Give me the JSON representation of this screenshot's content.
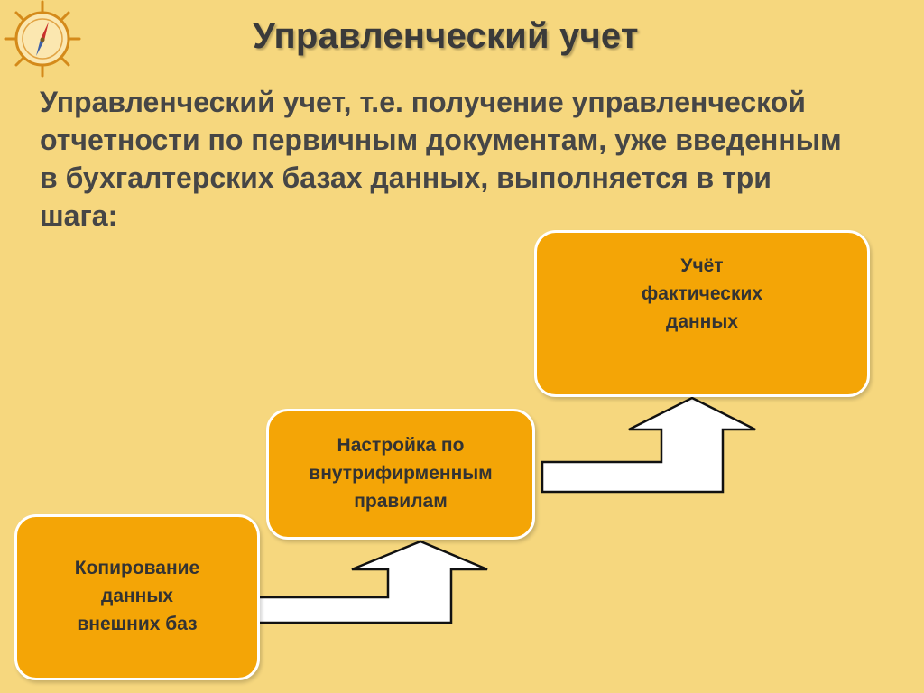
{
  "slide": {
    "title": "Управленческий учет",
    "lead": "Управленческий учет, т.е. получение управленческой отчетности по первичным документам, уже введенным в бухгалтерских базах данных, выполняется в три шага:"
  },
  "steps": [
    {
      "label": "Копирование\nданных\nвнешних баз"
    },
    {
      "label": "Настройка по\nвнутрифирменным\nправилам"
    },
    {
      "label": "Учёт\nфактических\nданных"
    }
  ],
  "colors": {
    "background": "#F6D77E",
    "step_fill": "#F4A506",
    "arrow_fill": "#FFFFFF"
  }
}
